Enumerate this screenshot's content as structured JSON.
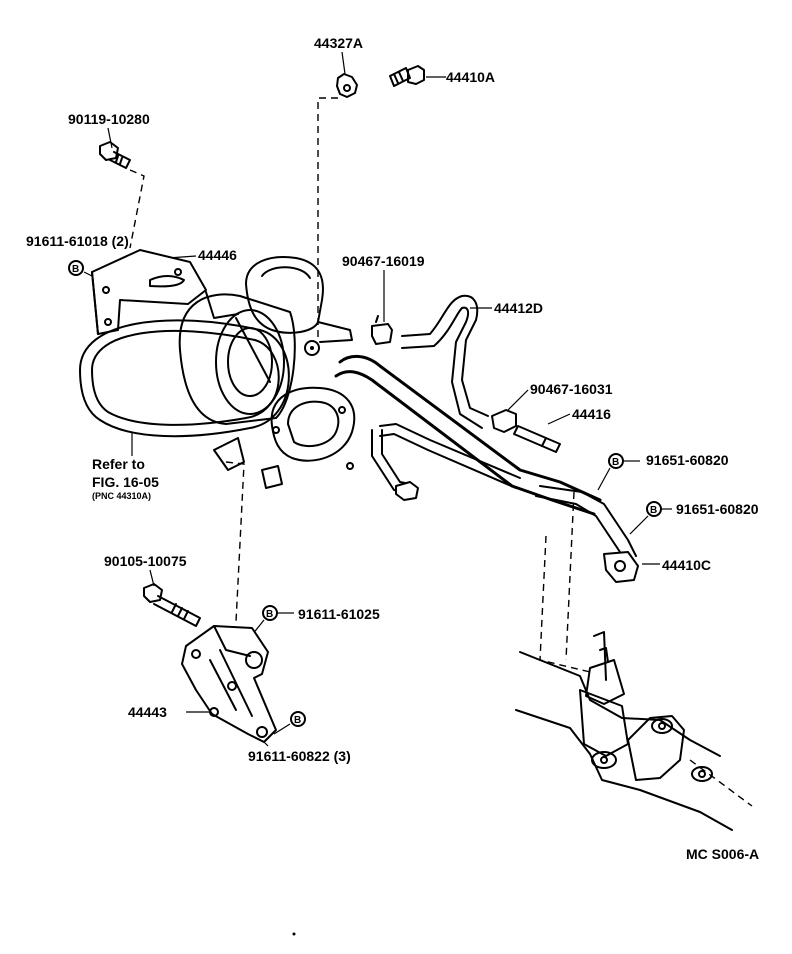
{
  "diagram": {
    "labels": {
      "p44327A": "44327A",
      "p44410A": "44410A",
      "p90119": "90119-10280",
      "p91611_61018": "91611-61018 (2)",
      "p44446": "44446",
      "p90467_16019": "90467-16019",
      "p44412D": "44412D",
      "p90467_16031": "90467-16031",
      "p44416": "44416",
      "p91651_a": "91651-60820",
      "p91651_b": "91651-60820",
      "p44410C": "44410C",
      "refer1": "Refer to",
      "refer2": "FIG. 16-05",
      "refer3": "(PNC 44310A)",
      "p90105": "90105-10075",
      "p91611_61025": "91611-61025",
      "p44443": "44443",
      "p91611_60822": "91611-60822 (3)",
      "code": "MC S006-A"
    },
    "marker": "B"
  }
}
